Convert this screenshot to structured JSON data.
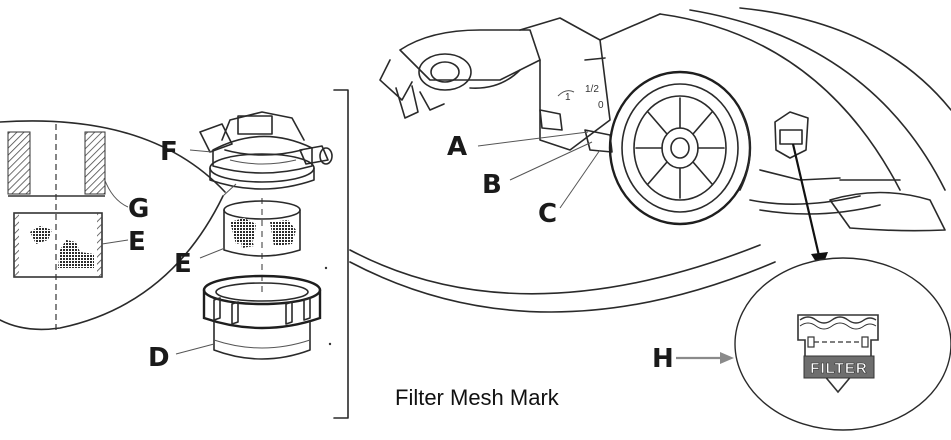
{
  "labels": {
    "A": "A",
    "B": "B",
    "C": "C",
    "D": "D",
    "E_detail": "E",
    "E_part": "E",
    "F": "F",
    "G": "G",
    "H": "H"
  },
  "caption": "Filter Mesh Mark",
  "badge_text": "FILTER",
  "colors": {
    "ink": "#2a2a2a",
    "hatch": "#4a4a4a",
    "pointer": "#8a8a8a",
    "badge_fill": "#ffffff"
  }
}
